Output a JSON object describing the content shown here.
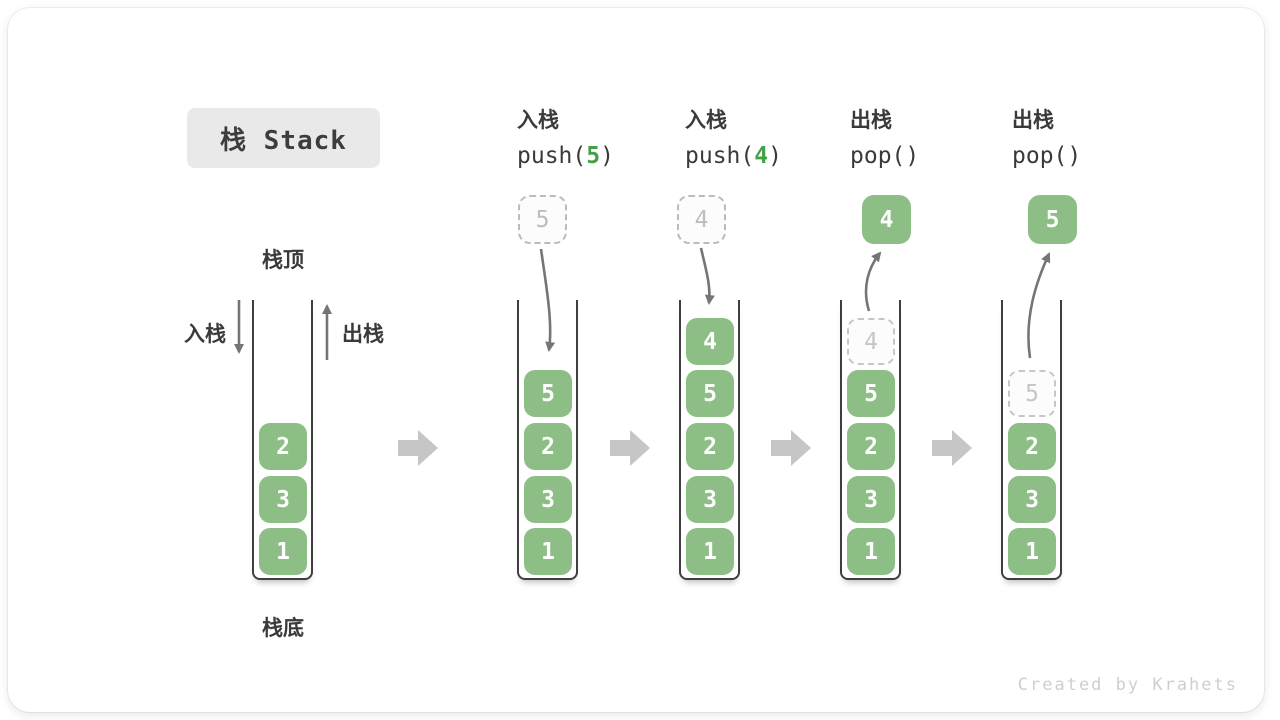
{
  "page": {
    "title_badge": "栈 Stack",
    "credit": "Created by Krahets"
  },
  "colors": {
    "cell_green": "#8CBE85",
    "code_arg_green": "#43A047",
    "curve_arrow_gray": "#757575",
    "flow_arrow_gray": "#C6C6C6",
    "badge_bg": "#E9E9E9",
    "ghost_gray": "#C6C6C6"
  },
  "left_stack": {
    "top_label": "栈顶",
    "bottom_label": "栈底",
    "push_label": "入栈",
    "pop_label": "出栈",
    "items": [
      "2",
      "3",
      "1"
    ]
  },
  "steps": [
    {
      "op": "入栈",
      "code_pre": "push(",
      "code_arg": "5",
      "code_post": ")",
      "floating": "5",
      "floating_style": "dashed",
      "items": [
        "5",
        "2",
        "3",
        "1"
      ],
      "ghost": null
    },
    {
      "op": "入栈",
      "code_pre": "push(",
      "code_arg": "4",
      "code_post": ")",
      "floating": "4",
      "floating_style": "dashed",
      "items": [
        "4",
        "5",
        "2",
        "3",
        "1"
      ],
      "ghost": null
    },
    {
      "op": "出栈",
      "code_pre": "pop(",
      "code_arg": "",
      "code_post": ")",
      "floating": "4",
      "floating_style": "solid",
      "items": [
        "5",
        "2",
        "3",
        "1"
      ],
      "ghost": "4"
    },
    {
      "op": "出栈",
      "code_pre": "pop(",
      "code_arg": "",
      "code_post": ")",
      "floating": "5",
      "floating_style": "solid",
      "items": [
        "2",
        "3",
        "1"
      ],
      "ghost": "5"
    }
  ]
}
